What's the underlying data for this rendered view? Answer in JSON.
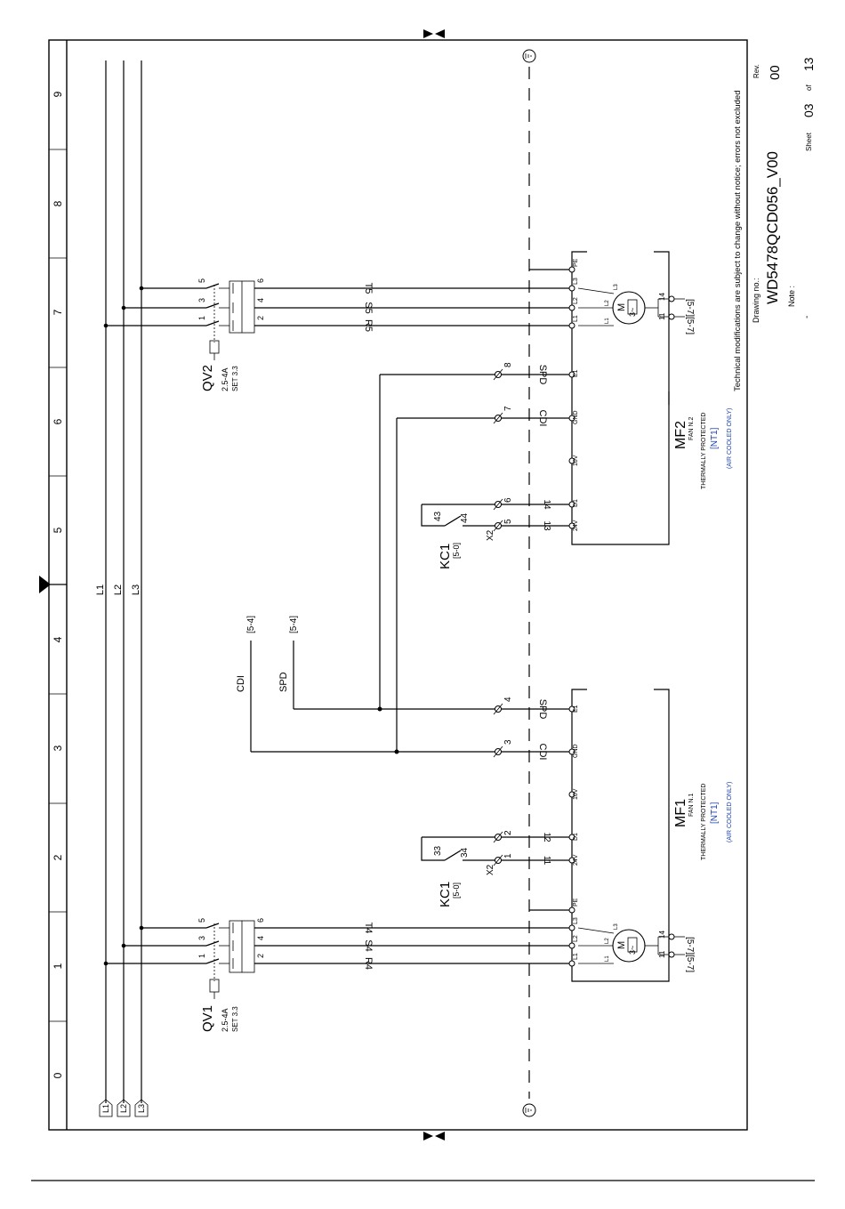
{
  "border": {
    "row_numbers": [
      "0",
      "1",
      "2",
      "3",
      "4",
      "5",
      "6",
      "7",
      "8",
      "9"
    ]
  },
  "title_block": {
    "disclaimer": "Technical modifications are subject to change without notice; errors not excluded",
    "drawing_no_label": "Drawing no.:",
    "drawing_no": "WD5478QCD056_V00",
    "rev_label": "Rev.",
    "rev": "00",
    "note_label": "Note :",
    "note_value": "-",
    "sheet_label": "Sheet",
    "sheet_no": "03",
    "of_label": "of",
    "sheet_total": "13"
  },
  "bus": {
    "labels": [
      "L1",
      "L2",
      "L3"
    ],
    "terminal_labels": [
      "L1",
      "L2",
      "L3"
    ]
  },
  "signals": {
    "cdi": "CDI",
    "cdi_ref": "[5-4]",
    "spd": "SPD",
    "spd_ref": "[5-4]"
  },
  "breakers": [
    {
      "name": "QV1",
      "rating": "2.5-4A",
      "set": "SET 3.3",
      "pins_top": [
        "1",
        "3",
        "5"
      ],
      "pins_bottom": [
        "2",
        "4",
        "6"
      ],
      "phase_labels": [
        "R4",
        "S4",
        "T4"
      ]
    },
    {
      "name": "QV2",
      "rating": "2.5-4A",
      "set": "SET 3.3",
      "pins_top": [
        "1",
        "3",
        "5"
      ],
      "pins_bottom": [
        "2",
        "4",
        "6"
      ],
      "phase_labels": [
        "R5",
        "S5",
        "T5"
      ]
    }
  ],
  "fans": [
    {
      "name": "MF1",
      "desc": "FAN N.1",
      "prot": "THERMALLY PROTECTED",
      "nt": "[NT1]",
      "air": "(AIR COOLED ONLY)",
      "terminals": [
        "L1",
        "L2",
        "L3",
        "PE",
        "24V",
        "D1",
        "10V",
        "GND",
        "E1"
      ],
      "motor_pins": [
        "L1",
        "L2",
        "L3"
      ],
      "motor": "M",
      "phase": "3~",
      "contacts": [
        "11",
        "14"
      ],
      "refs": [
        "[5-7]",
        "[5-7]"
      ]
    },
    {
      "name": "MF2",
      "desc": "FAN N.2",
      "prot": "THERMALLY PROTECTED",
      "nt": "[NT1]",
      "air": "(AIR COOLED ONLY)",
      "terminals": [
        "L1",
        "L2",
        "L3",
        "PE",
        "24V",
        "D1",
        "10V",
        "GND",
        "E1"
      ],
      "motor_pins": [
        "L1",
        "L2",
        "L3"
      ],
      "motor": "M",
      "phase": "3~",
      "contacts": [
        "11",
        "14"
      ],
      "refs": [
        "[5-7]",
        "[5-7]"
      ]
    }
  ],
  "relays": [
    {
      "name": "KC1",
      "ref": "[5-0]",
      "pins": [
        "33",
        "34"
      ],
      "strip": "X2",
      "strip_pins": [
        "1",
        "2"
      ],
      "wires": [
        "11",
        "12"
      ],
      "sig_pins": [
        "3",
        "4"
      ],
      "sig": [
        "CDI",
        "SPD"
      ]
    },
    {
      "name": "KC1",
      "ref": "[5-0]",
      "pins": [
        "43",
        "44"
      ],
      "strip": "X2",
      "strip_pins": [
        "5",
        "6"
      ],
      "wires": [
        "13",
        "14"
      ],
      "sig_pins": [
        "7",
        "8"
      ],
      "sig": [
        "CDI",
        "SPD"
      ]
    }
  ]
}
